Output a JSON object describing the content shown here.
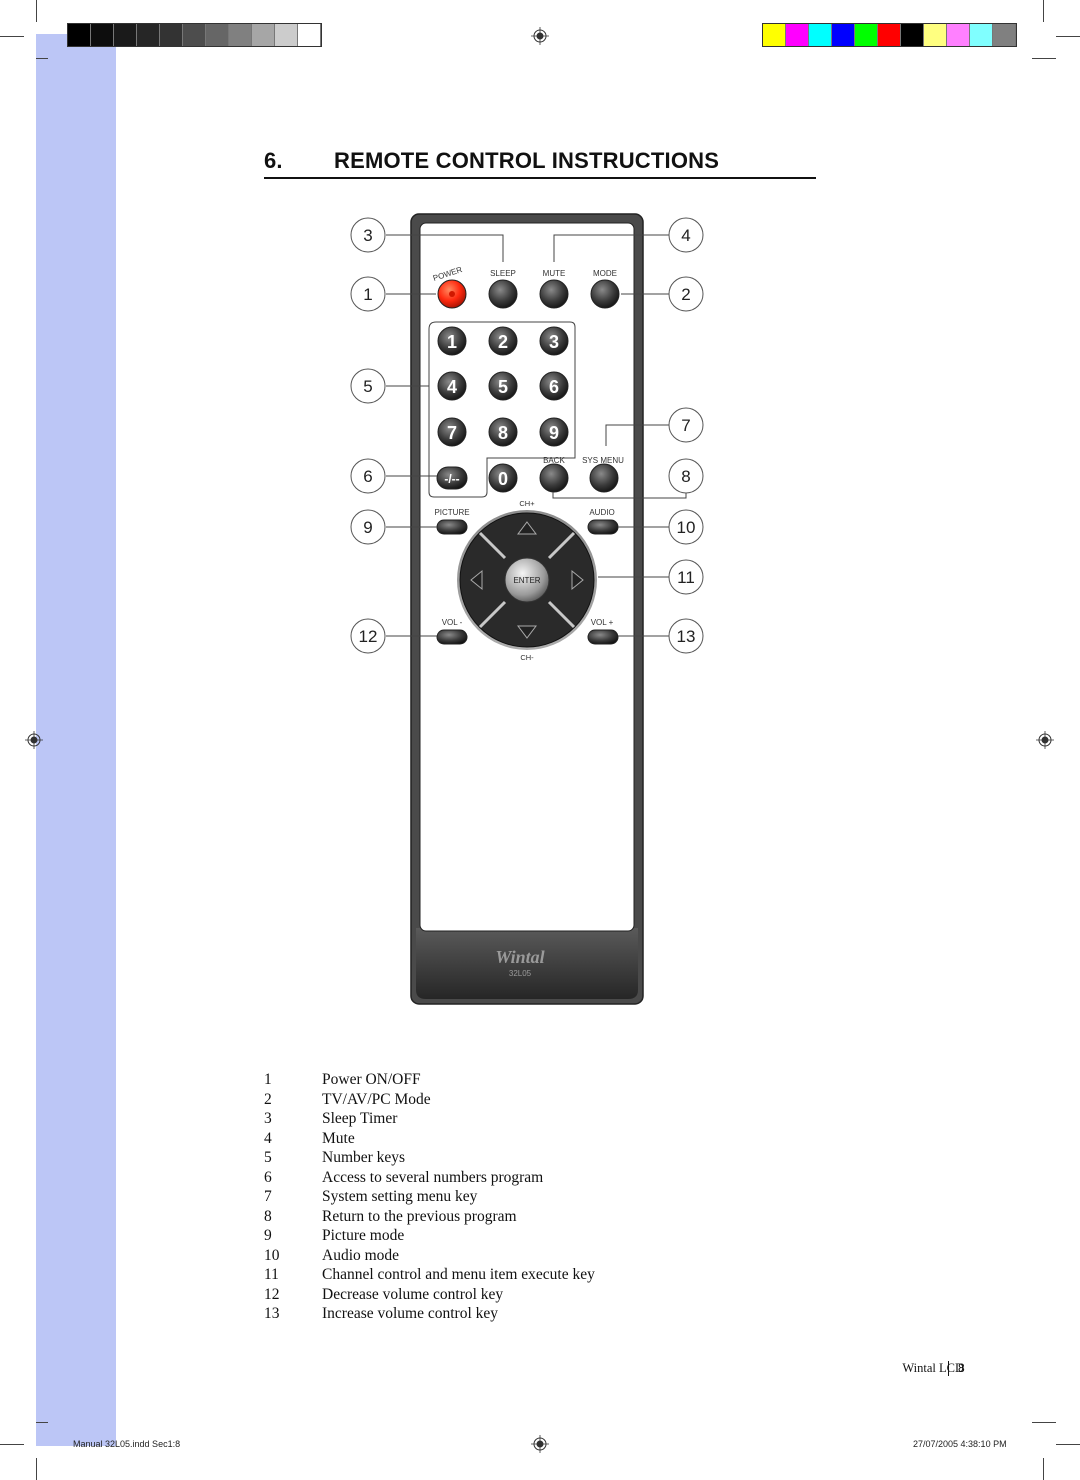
{
  "section": {
    "number": "6.",
    "title": "REMOTE CONTROL INSTRUCTIONS"
  },
  "remote": {
    "top_labels": {
      "power": "POWER",
      "sleep": "SLEEP",
      "mute": "MUTE",
      "mode": "MODE"
    },
    "numbers": [
      "1",
      "2",
      "3",
      "4",
      "5",
      "6",
      "7",
      "8",
      "9"
    ],
    "zero": "0",
    "dash": "-/--",
    "back": "BACK",
    "sys_menu": "SYS MENU",
    "ch_plus": "CH+",
    "ch_minus": "CH-",
    "picture": "PICTURE",
    "audio": "AUDIO",
    "enter": "ENTER",
    "vol_minus": "VOL -",
    "vol_plus": "VOL +",
    "brand": "Wintal",
    "model": "32L05"
  },
  "callouts": [
    "1",
    "2",
    "3",
    "4",
    "5",
    "6",
    "7",
    "8",
    "9",
    "10",
    "11",
    "12",
    "13"
  ],
  "legend": [
    {
      "num": "1",
      "text": "Power ON/OFF"
    },
    {
      "num": "2",
      "text": "TV/AV/PC Mode"
    },
    {
      "num": "3",
      "text": "Sleep Timer"
    },
    {
      "num": "4",
      "text": "Mute"
    },
    {
      "num": "5",
      "text": "Number keys"
    },
    {
      "num": "6",
      "text": "Access to several numbers program"
    },
    {
      "num": "7",
      "text": "System setting menu key"
    },
    {
      "num": "8",
      "text": "Return to the previous program"
    },
    {
      "num": "9",
      "text": "Picture mode"
    },
    {
      "num": "10",
      "text": "Audio mode"
    },
    {
      "num": "11",
      "text": "Channel control and menu item execute key"
    },
    {
      "num": "12",
      "text": "Decrease volume control key"
    },
    {
      "num": "13",
      "text": "Increase volume control key"
    }
  ],
  "footer": {
    "brand": "Wintal LCD",
    "page": "8",
    "slug_left": "Manual 32L05.indd   Sec1:8",
    "slug_right": "27/07/2005   4:38:10 PM"
  },
  "colors": {
    "sidebar": "#bcc6f6",
    "grayscale": [
      "#000000",
      "#0d0d0d",
      "#1a1a1a",
      "#262626",
      "#333333",
      "#4d4d4d",
      "#666666",
      "#808080",
      "#a6a6a6",
      "#cccccc",
      "#ffffff"
    ],
    "process": [
      "#ffff00",
      "#ff00ff",
      "#00ffff",
      "#0000ff",
      "#00ff00",
      "#ff0000",
      "#000000",
      "#ffff80",
      "#ff80ff",
      "#80ffff",
      "#808080"
    ],
    "power_button": "#ff2a10"
  }
}
